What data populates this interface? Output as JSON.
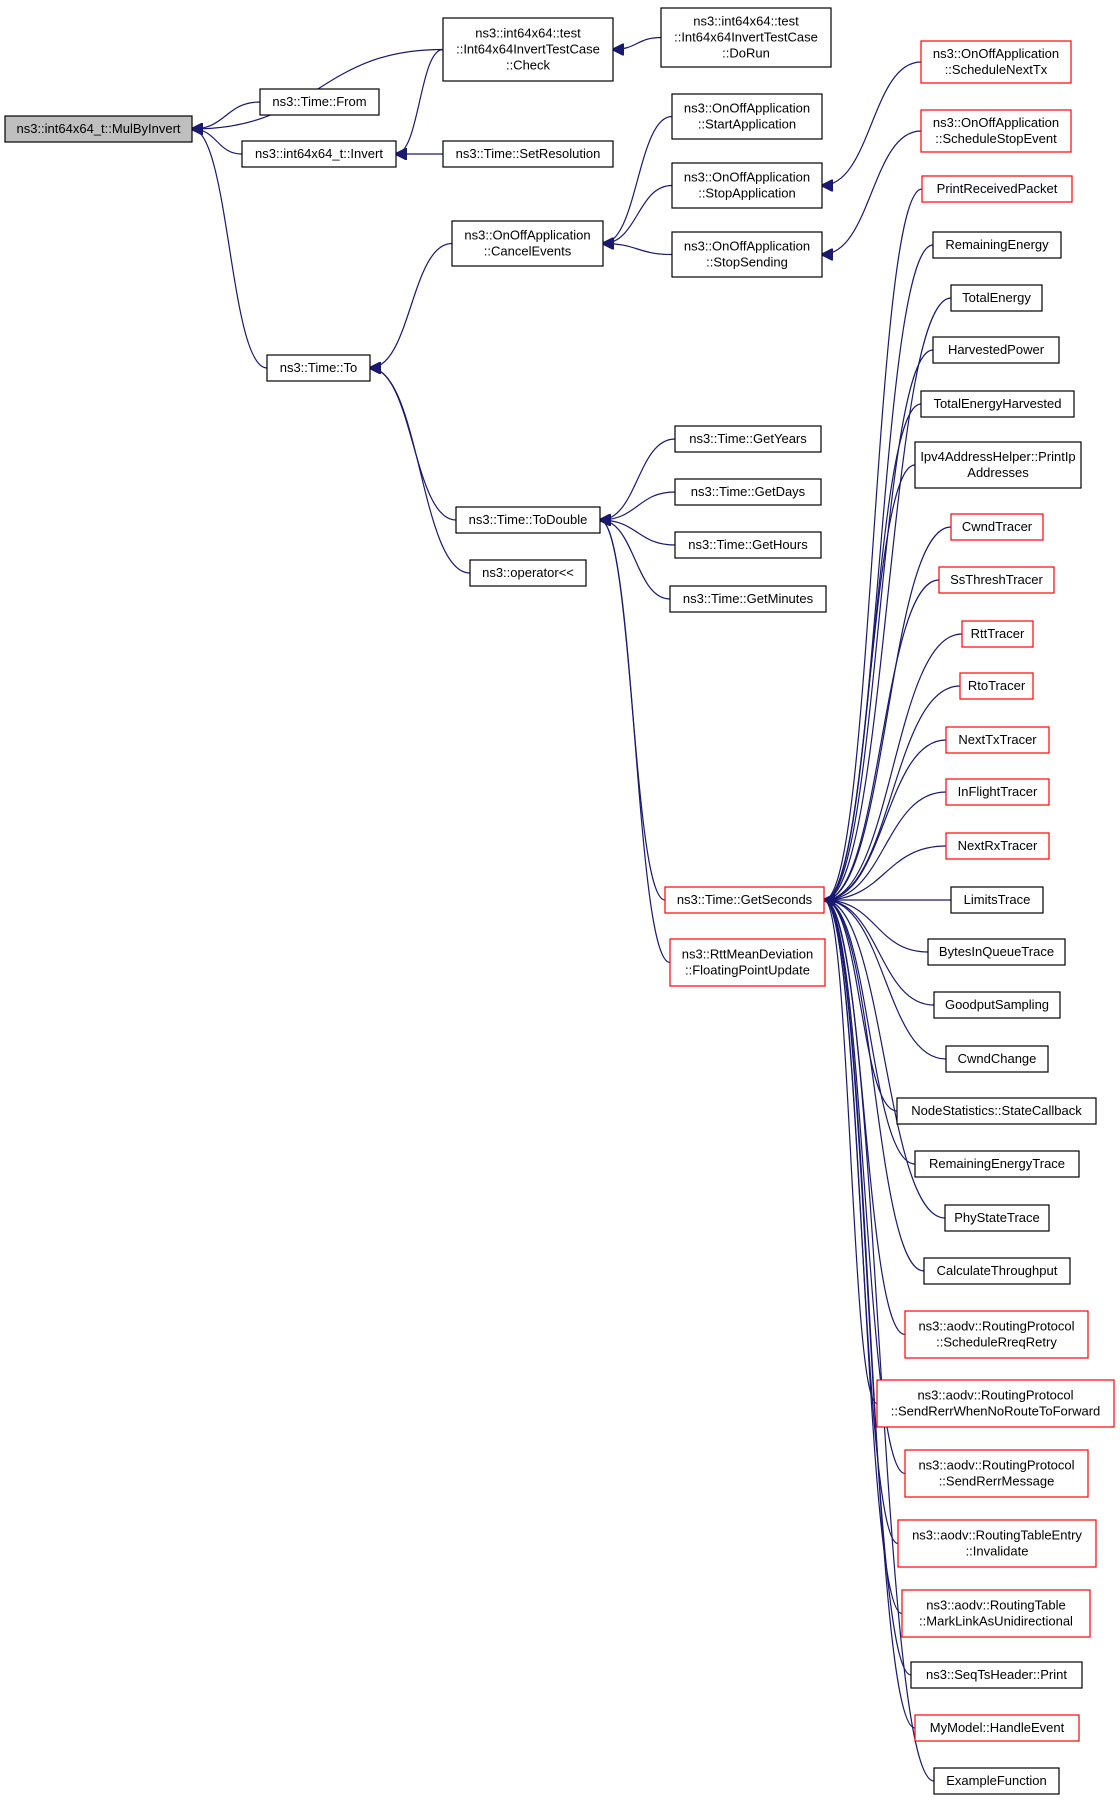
{
  "colors": {
    "edge": "#191970",
    "focus_fill": "#bfbfbf",
    "box_fill": "#ffffff",
    "black_border": "#000000",
    "red_border": "#ff0000"
  },
  "nodes": [
    {
      "id": "mulbyinvert",
      "lines": [
        "ns3::int64x64_t::MulByInvert"
      ],
      "border": "black",
      "focus": true
    },
    {
      "id": "from",
      "lines": [
        "ns3::Time::From"
      ],
      "border": "black"
    },
    {
      "id": "invert",
      "lines": [
        "ns3::int64x64_t::Invert"
      ],
      "border": "black"
    },
    {
      "id": "check",
      "lines": [
        "ns3::int64x64::test",
        "::Int64x64InvertTestCase",
        "::Check"
      ],
      "border": "black"
    },
    {
      "id": "dorun",
      "lines": [
        "ns3::int64x64::test",
        "::Int64x64InvertTestCase",
        "::DoRun"
      ],
      "border": "black"
    },
    {
      "id": "setres",
      "lines": [
        "ns3::Time::SetResolution"
      ],
      "border": "black"
    },
    {
      "id": "to",
      "lines": [
        "ns3::Time::To"
      ],
      "border": "black"
    },
    {
      "id": "cancelevents",
      "lines": [
        "ns3::OnOffApplication",
        "::CancelEvents"
      ],
      "border": "black"
    },
    {
      "id": "startapp",
      "lines": [
        "ns3::OnOffApplication",
        "::StartApplication"
      ],
      "border": "black"
    },
    {
      "id": "stopapp",
      "lines": [
        "ns3::OnOffApplication",
        "::StopApplication"
      ],
      "border": "black"
    },
    {
      "id": "stopsending",
      "lines": [
        "ns3::OnOffApplication",
        "::StopSending"
      ],
      "border": "black"
    },
    {
      "id": "schednexttx",
      "lines": [
        "ns3::OnOffApplication",
        "::ScheduleNextTx"
      ],
      "border": "red"
    },
    {
      "id": "schedstop",
      "lines": [
        "ns3::OnOffApplication",
        "::ScheduleStopEvent"
      ],
      "border": "red"
    },
    {
      "id": "todouble",
      "lines": [
        "ns3::Time::ToDouble"
      ],
      "border": "black"
    },
    {
      "id": "operator",
      "lines": [
        "ns3::operator<<"
      ],
      "border": "black"
    },
    {
      "id": "getyears",
      "lines": [
        "ns3::Time::GetYears"
      ],
      "border": "black"
    },
    {
      "id": "getdays",
      "lines": [
        "ns3::Time::GetDays"
      ],
      "border": "black"
    },
    {
      "id": "gethours",
      "lines": [
        "ns3::Time::GetHours"
      ],
      "border": "black"
    },
    {
      "id": "getminutes",
      "lines": [
        "ns3::Time::GetMinutes"
      ],
      "border": "black"
    },
    {
      "id": "getseconds",
      "lines": [
        "ns3::Time::GetSeconds"
      ],
      "border": "red"
    },
    {
      "id": "floatingpoint",
      "lines": [
        "ns3::RttMeanDeviation",
        "::FloatingPointUpdate"
      ],
      "border": "red"
    },
    {
      "id": "printreceived",
      "lines": [
        "PrintReceivedPacket"
      ],
      "border": "red"
    },
    {
      "id": "remainingenergy",
      "lines": [
        "RemainingEnergy"
      ],
      "border": "black"
    },
    {
      "id": "totalenergy",
      "lines": [
        "TotalEnergy"
      ],
      "border": "black"
    },
    {
      "id": "harvestedpower",
      "lines": [
        "HarvestedPower"
      ],
      "border": "black"
    },
    {
      "id": "totalenergyharvested",
      "lines": [
        "TotalEnergyHarvested"
      ],
      "border": "black"
    },
    {
      "id": "printipaddresses",
      "lines": [
        "Ipv4AddressHelper::PrintIp",
        "Addresses"
      ],
      "border": "black"
    },
    {
      "id": "cwndtracer",
      "lines": [
        "CwndTracer"
      ],
      "border": "red"
    },
    {
      "id": "ssthreshtracer",
      "lines": [
        "SsThreshTracer"
      ],
      "border": "red"
    },
    {
      "id": "rtttracer",
      "lines": [
        "RttTracer"
      ],
      "border": "red"
    },
    {
      "id": "rtotracer",
      "lines": [
        "RtoTracer"
      ],
      "border": "red"
    },
    {
      "id": "nexttxtracer",
      "lines": [
        "NextTxTracer"
      ],
      "border": "red"
    },
    {
      "id": "inflighttracer",
      "lines": [
        "InFlightTracer"
      ],
      "border": "red"
    },
    {
      "id": "nextrxtracer",
      "lines": [
        "NextRxTracer"
      ],
      "border": "red"
    },
    {
      "id": "limitstrace",
      "lines": [
        "LimitsTrace"
      ],
      "border": "black"
    },
    {
      "id": "bytesinqueue",
      "lines": [
        "BytesInQueueTrace"
      ],
      "border": "black"
    },
    {
      "id": "goodput",
      "lines": [
        "GoodputSampling"
      ],
      "border": "black"
    },
    {
      "id": "cwndchange",
      "lines": [
        "CwndChange"
      ],
      "border": "black"
    },
    {
      "id": "nodestats",
      "lines": [
        "NodeStatistics::StateCallback"
      ],
      "border": "black"
    },
    {
      "id": "remainingenergytrace",
      "lines": [
        "RemainingEnergyTrace"
      ],
      "border": "black"
    },
    {
      "id": "phystatetrace",
      "lines": [
        "PhyStateTrace"
      ],
      "border": "black"
    },
    {
      "id": "calcthroughput",
      "lines": [
        "CalculateThroughput"
      ],
      "border": "black"
    },
    {
      "id": "schedrreq",
      "lines": [
        "ns3::aodv::RoutingProtocol",
        "::ScheduleRreqRetry"
      ],
      "border": "red"
    },
    {
      "id": "sendrerrnoroute",
      "lines": [
        "ns3::aodv::RoutingProtocol",
        "::SendRerrWhenNoRouteToForward"
      ],
      "border": "red"
    },
    {
      "id": "sendrerrmsg",
      "lines": [
        "ns3::aodv::RoutingProtocol",
        "::SendRerrMessage"
      ],
      "border": "red"
    },
    {
      "id": "invalidate",
      "lines": [
        "ns3::aodv::RoutingTableEntry",
        "::Invalidate"
      ],
      "border": "red"
    },
    {
      "id": "marklink",
      "lines": [
        "ns3::aodv::RoutingTable",
        "::MarkLinkAsUnidirectional"
      ],
      "border": "red"
    },
    {
      "id": "seqts",
      "lines": [
        "ns3::SeqTsHeader::Print"
      ],
      "border": "black"
    },
    {
      "id": "mymodel",
      "lines": [
        "MyModel::HandleEvent"
      ],
      "border": "red"
    },
    {
      "id": "examplefn",
      "lines": [
        "ExampleFunction"
      ],
      "border": "black"
    }
  ],
  "edges": [
    [
      "check",
      "mulbyinvert"
    ],
    [
      "from",
      "mulbyinvert"
    ],
    [
      "invert",
      "mulbyinvert"
    ],
    [
      "to",
      "mulbyinvert"
    ],
    [
      "dorun",
      "check"
    ],
    [
      "check",
      "invert"
    ],
    [
      "setres",
      "invert"
    ],
    [
      "cancelevents",
      "to"
    ],
    [
      "todouble",
      "to"
    ],
    [
      "operator",
      "to"
    ],
    [
      "startapp",
      "cancelevents"
    ],
    [
      "stopapp",
      "cancelevents"
    ],
    [
      "stopsending",
      "cancelevents"
    ],
    [
      "schednexttx",
      "stopapp"
    ],
    [
      "schedstop",
      "stopsending"
    ],
    [
      "getyears",
      "todouble"
    ],
    [
      "getdays",
      "todouble"
    ],
    [
      "gethours",
      "todouble"
    ],
    [
      "getminutes",
      "todouble"
    ],
    [
      "getseconds",
      "todouble"
    ],
    [
      "floatingpoint",
      "todouble"
    ],
    [
      "printreceived",
      "getseconds"
    ],
    [
      "remainingenergy",
      "getseconds"
    ],
    [
      "totalenergy",
      "getseconds"
    ],
    [
      "harvestedpower",
      "getseconds"
    ],
    [
      "totalenergyharvested",
      "getseconds"
    ],
    [
      "printipaddresses",
      "getseconds"
    ],
    [
      "cwndtracer",
      "getseconds"
    ],
    [
      "ssthreshtracer",
      "getseconds"
    ],
    [
      "rtttracer",
      "getseconds"
    ],
    [
      "rtotracer",
      "getseconds"
    ],
    [
      "nexttxtracer",
      "getseconds"
    ],
    [
      "inflighttracer",
      "getseconds"
    ],
    [
      "nextrxtracer",
      "getseconds"
    ],
    [
      "limitstrace",
      "getseconds"
    ],
    [
      "bytesinqueue",
      "getseconds"
    ],
    [
      "goodput",
      "getseconds"
    ],
    [
      "cwndchange",
      "getseconds"
    ],
    [
      "nodestats",
      "getseconds"
    ],
    [
      "remainingenergytrace",
      "getseconds"
    ],
    [
      "phystatetrace",
      "getseconds"
    ],
    [
      "calcthroughput",
      "getseconds"
    ],
    [
      "schedrreq",
      "getseconds"
    ],
    [
      "sendrerrnoroute",
      "getseconds"
    ],
    [
      "sendrerrmsg",
      "getseconds"
    ],
    [
      "invalidate",
      "getseconds"
    ],
    [
      "marklink",
      "getseconds"
    ],
    [
      "seqts",
      "getseconds"
    ],
    [
      "mymodel",
      "getseconds"
    ],
    [
      "examplefn",
      "getseconds"
    ]
  ]
}
